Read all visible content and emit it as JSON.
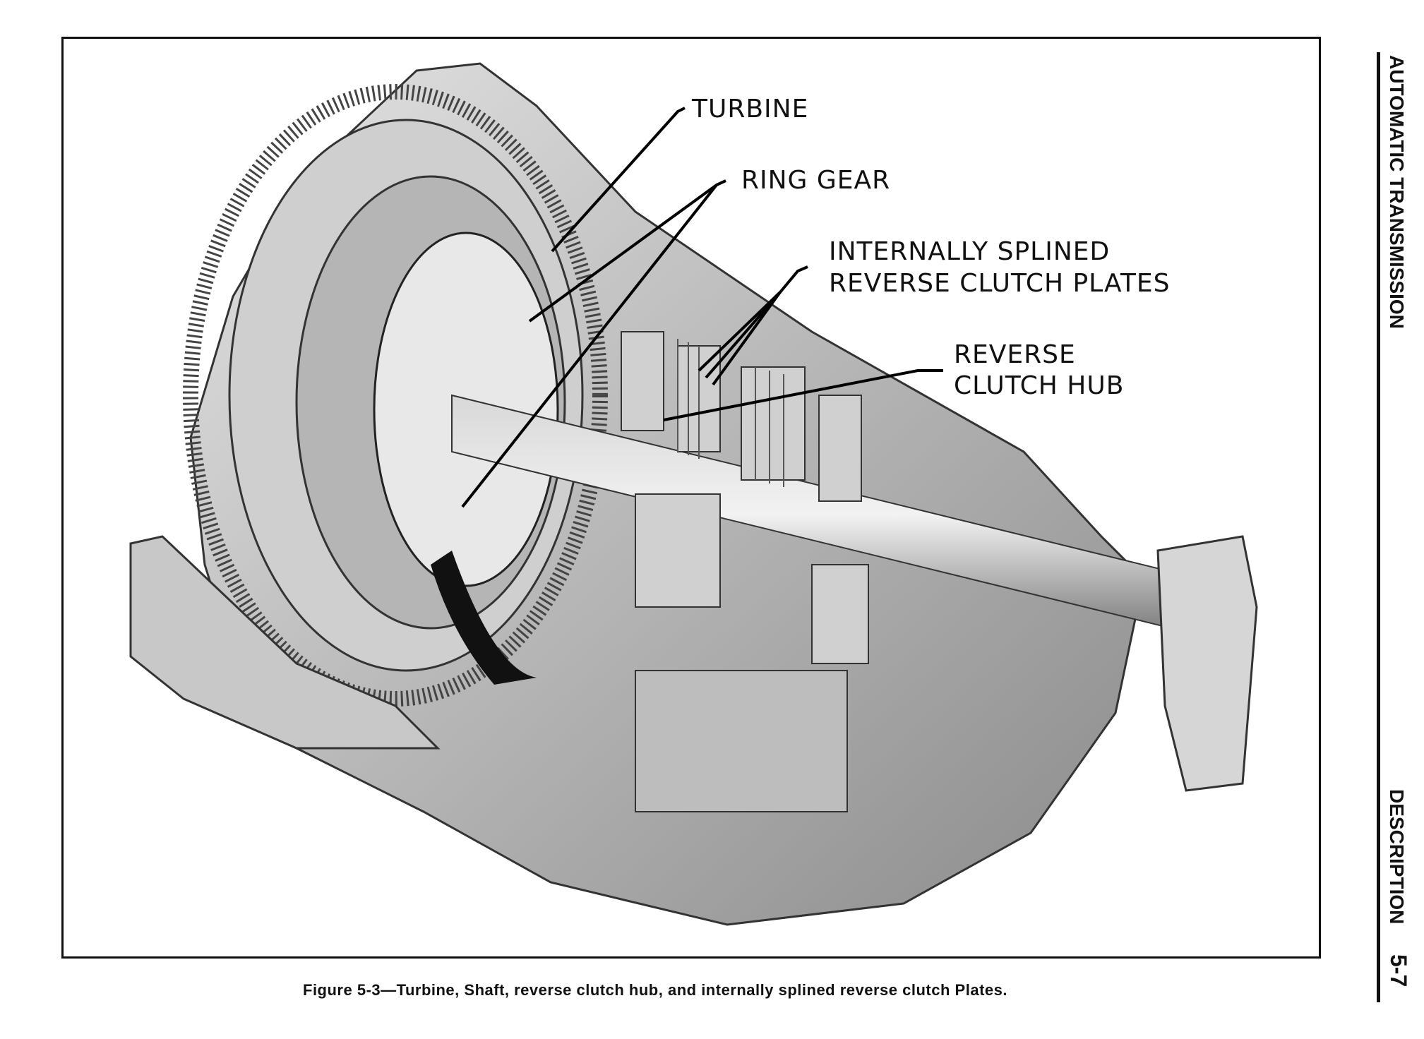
{
  "figure": {
    "labels": {
      "turbine": "TURBINE",
      "ring_gear": "RING GEAR",
      "plates_line1": "INTERNALLY SPLINED",
      "plates_line2": "REVERSE CLUTCH PLATES",
      "hub_line1": "REVERSE",
      "hub_line2": "CLUTCH HUB"
    },
    "caption": "Figure 5-3—Turbine, Shaft, reverse clutch hub, and internally splined reverse clutch Plates."
  },
  "sidebar": {
    "section": "AUTOMATIC TRANSMISSION",
    "subsection": "DESCRIPTION",
    "page_number": "5-7"
  }
}
